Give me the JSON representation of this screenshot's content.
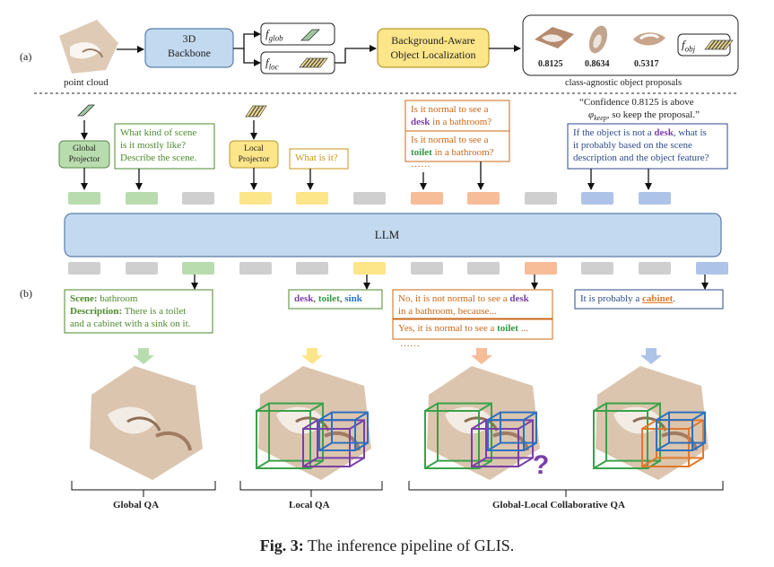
{
  "panel_a": {
    "label": "(a)",
    "point_cloud_label": "point cloud",
    "backbone": "3D\nBackbone",
    "f_glob": "f",
    "f_glob_sub": "glob",
    "f_loc": "f",
    "f_loc_sub": "loc",
    "bg_loc": "Background-Aware\nObject Localization",
    "f_obj": "f",
    "f_obj_sub": "obj",
    "scores": [
      "0.8125",
      "0.8634",
      "0.5317"
    ],
    "proposals_label": "class-agnostic object proposals"
  },
  "panel_b": {
    "label": "(b)",
    "global_projector": "Global\nProjector",
    "local_projector": "Local\nProjector",
    "q_scene": "What kind of scene\nis it mostly like?\nDescribe the scene.",
    "q_what": "What is it?",
    "q_desk_1": "Is it normal to see a",
    "q_desk_word": "desk",
    "q_desk_2": "in a bathroom?",
    "q_toilet_1": "Is it normal to see a",
    "q_toilet_word": "toilet",
    "q_toilet_2": "in a bathroom?",
    "dots": "……",
    "confidence_1": "“Confidence 0.8125 is above",
    "confidence_phi": "φ",
    "confidence_sub": "keep",
    "confidence_2": ", so keep the proposal.”",
    "q_notdesk_1": "If the object is not a",
    "q_notdesk_word": "desk",
    "q_notdesk_2": ", what is",
    "q_notdesk_3": "it probably based on the scene",
    "q_notdesk_4": "description and the object feature?",
    "llm": "LLM",
    "a_scene_key": "Scene:",
    "a_scene_val": " bathroom",
    "a_desc_key": "Description:",
    "a_desc_val": " There is a toilet",
    "a_desc_val2": "and a cabinet with a sink on it.",
    "a_desk": "desk",
    "a_toilet": "toilet",
    "a_sink": "sink",
    "a_no_1": "No, it is not normal to see a",
    "a_no_word": "desk",
    "a_no_2": "in a bathroom, because...",
    "a_yes_1": "Yes, it is normal to see a",
    "a_yes_word": "toilet",
    "a_yes_2": "...",
    "a_cab_1": "It is probably a",
    "a_cab_word": "cabinet",
    "a_cab_2": ".",
    "question_mark": "?",
    "section_global": "Global QA",
    "section_local": "Local QA",
    "section_collab": "Global-Local Collaborative QA"
  },
  "caption_bold": "Fig. 3:",
  "caption_text": " The inference pipeline of GLIS.",
  "colors": {
    "green": "#b9dcae",
    "yellow": "#fde58a",
    "orange": "#f7bc98",
    "blue": "#aec3e8",
    "grey": "#cfcfcf",
    "llm": "#c3d9ef",
    "backbone": "#c3d9ef",
    "bgloc": "#fde58a"
  }
}
